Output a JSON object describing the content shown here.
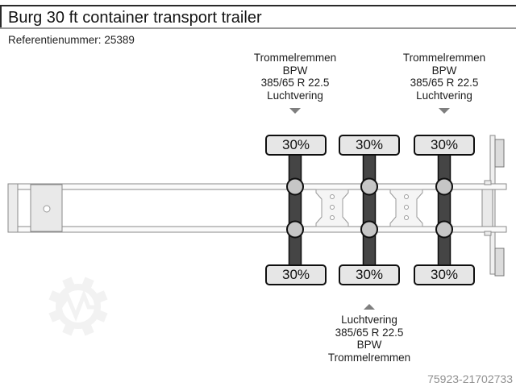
{
  "colors": {
    "divider_dark": "#2a2a2a",
    "divider_gray": "#999999",
    "arrow_gray": "#7f7f7f",
    "axle_dark": "#454545",
    "hub_fill": "#c6c6c6",
    "tire_fill": "#e6e6e6",
    "frame_fill": "#fafafa",
    "frame_stroke": "#8a8a8a",
    "panel_fill": "#e9e9e9",
    "watermark": "#f2f2f2",
    "muted_text": "#909090"
  },
  "header": {
    "title": "Burg 30 ft container transport trailer",
    "reference_label": "Referentienummer:",
    "reference_value": "25389"
  },
  "diagram": {
    "annotations": {
      "top_left": {
        "lines": [
          "Trommelremmen",
          "BPW",
          "385/65 R 22.5",
          "Luchtvering"
        ]
      },
      "top_right": {
        "lines": [
          "Trommelremmen",
          "BPW",
          "385/65 R 22.5",
          "Luchtvering"
        ]
      },
      "bottom": {
        "lines": [
          "Luchtvering",
          "385/65 R 22.5",
          "BPW",
          "Trommelremmen"
        ]
      }
    },
    "axles": [
      {
        "load_top": "30%",
        "load_bottom": "30%"
      },
      {
        "load_top": "30%",
        "load_bottom": "30%"
      },
      {
        "load_top": "30%",
        "load_bottom": "30%"
      }
    ]
  },
  "footer": {
    "listing_code": "75923-21702733"
  }
}
